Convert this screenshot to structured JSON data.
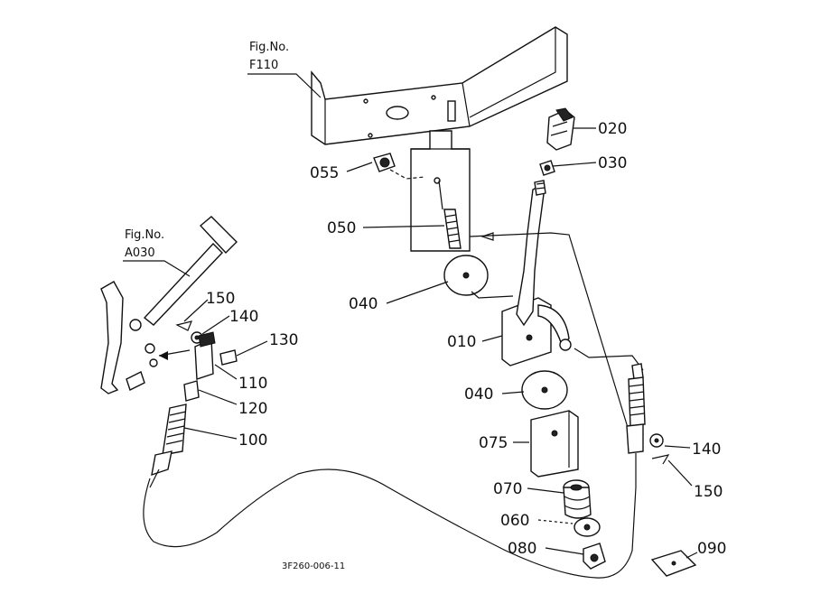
{
  "fig_refs": [
    {
      "line1": "Fig.No.",
      "line2": "F110"
    },
    {
      "line1": "Fig.No.",
      "line2": "A030"
    }
  ],
  "callouts": {
    "p020": "020",
    "p030": "030",
    "p055": "055",
    "p050": "050",
    "p040a": "040",
    "p010": "010",
    "p040b": "040",
    "p075": "075",
    "p070": "070",
    "p060": "060",
    "p080": "080",
    "p090": "090",
    "p140r": "140",
    "p150r": "150",
    "p150l": "150",
    "p140l": "140",
    "p130": "130",
    "p110": "110",
    "p120": "120",
    "p100": "100"
  },
  "drawing_code": "3F260-006-11"
}
